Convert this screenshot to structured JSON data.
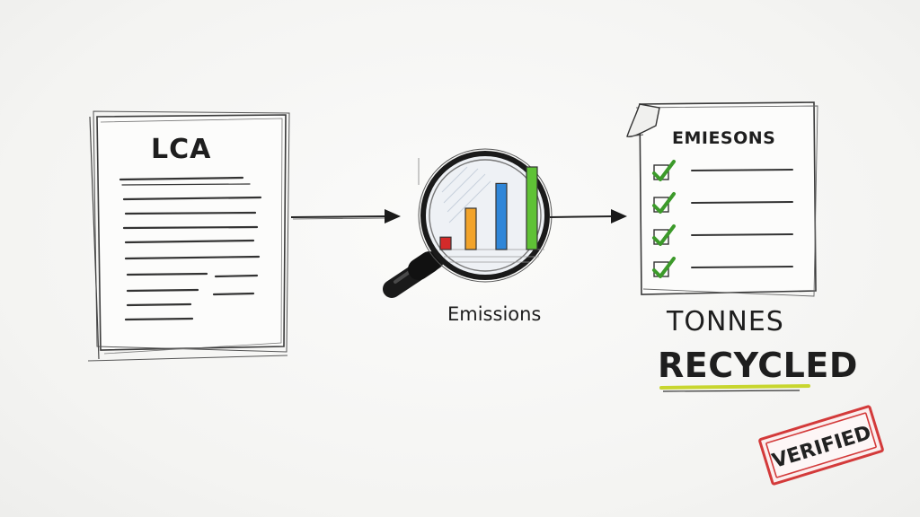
{
  "left_doc": {
    "title": "LCA"
  },
  "magnifier": {
    "caption": "Emissions",
    "bar_colors": [
      "#d42a2a",
      "#f2a32a",
      "#2f86d8",
      "#5fc236"
    ],
    "bar_levels": [
      0.15,
      0.5,
      0.8,
      1.0
    ]
  },
  "right_doc": {
    "title": "EMIESONS",
    "checked_items": 4,
    "check_color": "#3c9a2a"
  },
  "result": {
    "line1": "TONNES",
    "line2": "RECYCLED",
    "underline_color": "#c8d62e"
  },
  "stamp": {
    "label": "VERIFIED",
    "color": "#d33a3a"
  }
}
